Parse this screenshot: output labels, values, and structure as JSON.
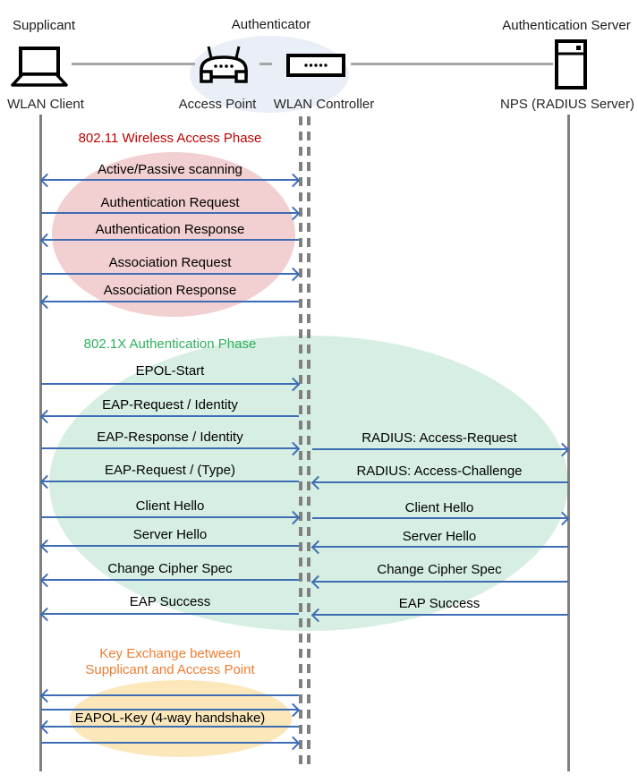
{
  "header": {
    "roles": {
      "supplicant": "Supplicant",
      "authenticator": "Authenticator",
      "server": "Authentication Server"
    },
    "devices": {
      "client": "WLAN Client",
      "access_point": "Access Point",
      "controller": "WLAN Controller",
      "nps": "NPS (RADIUS Server)"
    }
  },
  "colors": {
    "arrow_blue": "#3e6db5",
    "lifeline_gray": "#7f7f7f",
    "connector_gray": "#a6a6a6",
    "phase1_title": "#c00000",
    "phase2_title": "#2eb05c",
    "phase3_title": "#ed7d31",
    "phase1_ellipse": "#f2cfd0",
    "phase2_ellipse": "#d7efe2",
    "phase3_ellipse": "#fbe7ba",
    "header_ellipse": "#eaeef7"
  },
  "phases": [
    {
      "title": "802.11 Wireless Access Phase",
      "messages": [
        {
          "label": "Active/Passive scanning",
          "direction": "both",
          "segment": "client-controller"
        },
        {
          "label": "Authentication Request",
          "direction": "right",
          "segment": "client-controller"
        },
        {
          "label": "Authentication Response",
          "direction": "left",
          "segment": "client-controller"
        },
        {
          "label": "Association Request",
          "direction": "right",
          "segment": "client-controller"
        },
        {
          "label": "Association Response",
          "direction": "left",
          "segment": "client-controller"
        }
      ]
    },
    {
      "title": "802.1X Authentication Phase",
      "messages": [
        {
          "label": "EPOL-Start",
          "direction": "right",
          "segment": "client-controller"
        },
        {
          "label": "EAP-Request / Identity",
          "direction": "left",
          "segment": "client-controller"
        },
        {
          "label": "EAP-Response / Identity",
          "direction": "right",
          "segment": "client-controller"
        },
        {
          "label": "EAP-Request / (Type)",
          "direction": "left",
          "segment": "client-controller"
        },
        {
          "label": "Client Hello",
          "direction": "right",
          "segment": "client-controller"
        },
        {
          "label": "Server Hello",
          "direction": "left",
          "segment": "client-controller"
        },
        {
          "label": "Change Cipher Spec",
          "direction": "left",
          "segment": "client-controller"
        },
        {
          "label": "EAP Success",
          "direction": "left",
          "segment": "client-controller"
        }
      ],
      "radius_messages": [
        {
          "label": "RADIUS: Access-Request",
          "direction": "right",
          "segment": "controller-server"
        },
        {
          "label": "RADIUS: Access-Challenge",
          "direction": "left",
          "segment": "controller-server"
        },
        {
          "label": "Client Hello",
          "direction": "right",
          "segment": "controller-server"
        },
        {
          "label": "Server Hello",
          "direction": "left",
          "segment": "controller-server"
        },
        {
          "label": "Change Cipher Spec",
          "direction": "left",
          "segment": "controller-server"
        },
        {
          "label": "EAP Success",
          "direction": "left",
          "segment": "controller-server"
        }
      ]
    },
    {
      "title_line1": "Key Exchange between",
      "title_line2": "Supplicant and Access Point",
      "handshake_label": "EAPOL-Key (4-way handshake)",
      "arrows": [
        "left",
        "right",
        "left",
        "right"
      ]
    }
  ]
}
